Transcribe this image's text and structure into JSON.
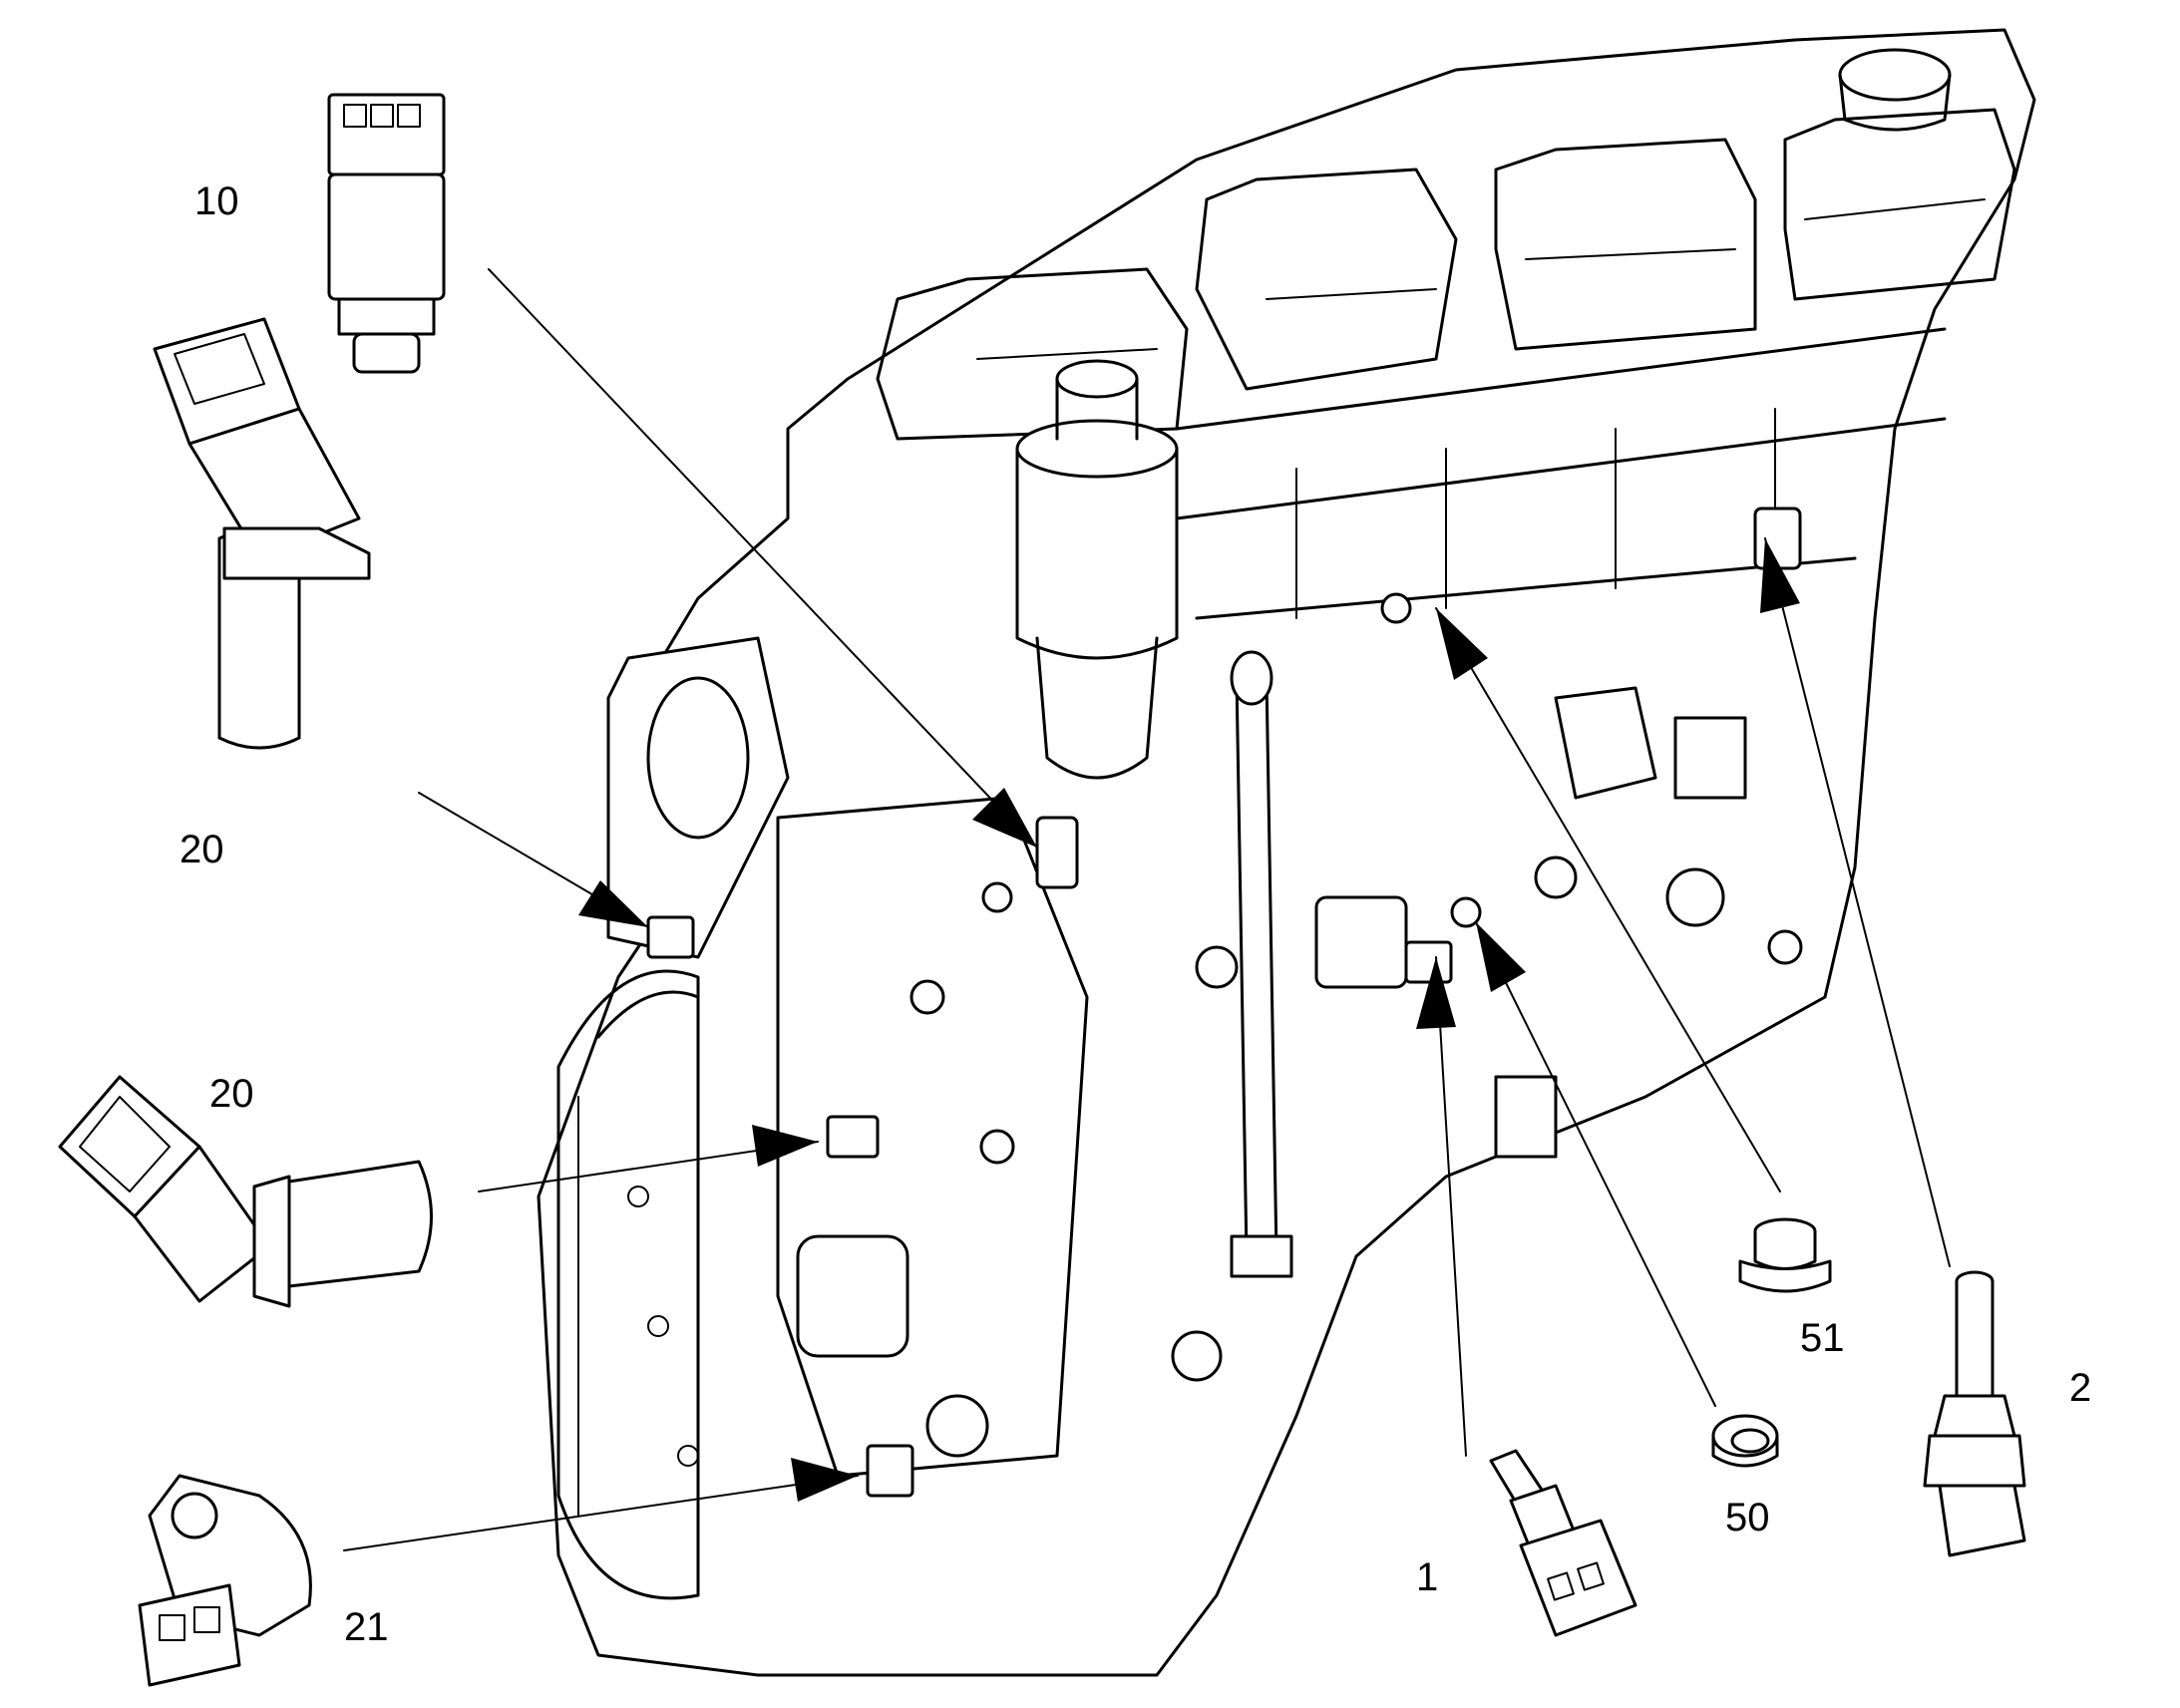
{
  "callouts": {
    "c10": "10",
    "c20a": "20",
    "c20b": "20",
    "c21": "21",
    "c1": "1",
    "c51": "51",
    "c50": "50",
    "c2": "2"
  }
}
